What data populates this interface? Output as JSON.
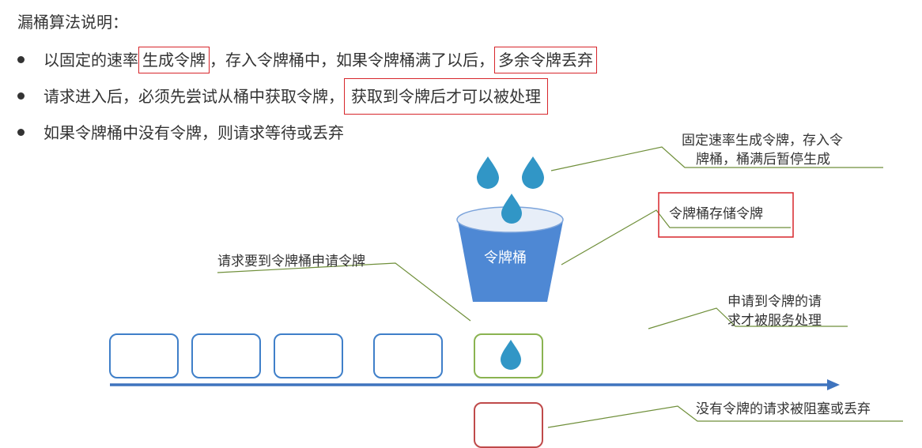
{
  "title": "漏桶算法说明：",
  "bullets": [
    {
      "pre": "以固定的速率",
      "hl1": "生成令牌",
      "mid": "，存入令牌桶中，如果令牌桶满了以后，",
      "hl2": "多余令牌丢弃"
    },
    {
      "pre": "请求进入后，必须先尝试从桶中获取令牌，",
      "hl1": "获取到令牌后才可以被处理"
    },
    {
      "pre": "如果令牌桶中没有令牌，则请求等待或丢弃"
    }
  ],
  "annotations": {
    "generate_line1": "固定速率生成令牌，存入令",
    "generate_line2": "牌桶，桶满后暂停生成",
    "store": "令牌桶存储令牌",
    "request": "请求要到令牌桶申请令牌",
    "served_line1": "申请到令牌的请",
    "served_line2": "求才被服务处理",
    "blocked": "没有令牌的请求被阻塞或丢弃"
  },
  "bucket_label": "令牌桶",
  "colors": {
    "highlight": "#d7262b",
    "bucket": "#4e88d4",
    "drop": "#3196c6",
    "request_box": "#3f7fc9",
    "served_box": "#8ab351",
    "blocked_box": "#bf4a4a",
    "leader_line": "#6f8f3a",
    "arrow": "#3f74be"
  },
  "icons": [
    "token-drop-icon",
    "bucket-icon",
    "arrow-icon"
  ]
}
